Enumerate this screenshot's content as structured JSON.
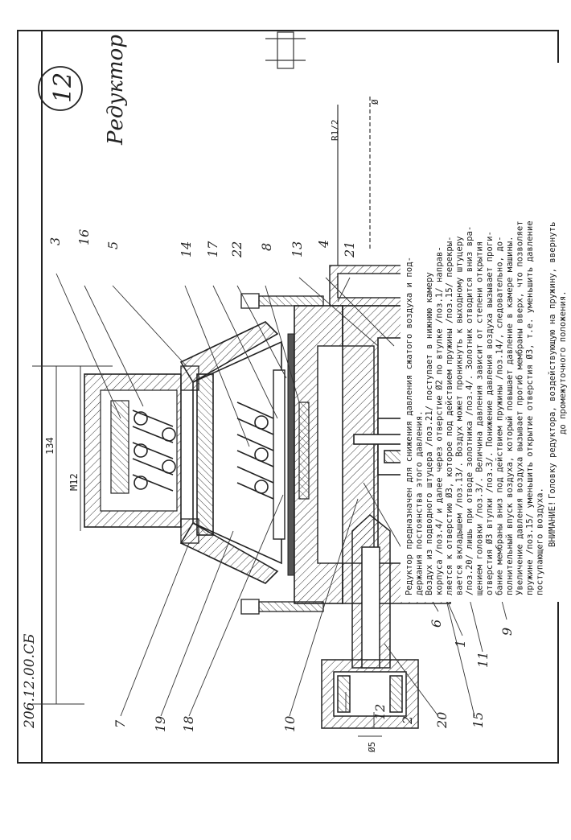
{
  "sheet": {
    "number": "12",
    "title": "Редуктор",
    "code": "206.12.00.СБ"
  },
  "callouts": [
    "3",
    "16",
    "5",
    "14",
    "17",
    "22",
    "8",
    "13",
    "4",
    "21",
    "7",
    "19",
    "18",
    "10",
    "6",
    "1",
    "11",
    "9",
    "12",
    "2",
    "20",
    "15"
  ],
  "dimensions": {
    "overall": "134",
    "thread": "М12",
    "pipe": "R1/2",
    "dia_top": "Ø",
    "dia_bottom": "Ø5"
  },
  "description": [
    "Редуктор предназначен для снижения давления сжатого воздуха и под-",
    "держания постоянства этого давления.",
    "    Воздух из подводного штуцера /поз.21/ поступает в нижнюю камеру",
    "корпуса /поз.4/ и далее через отверстие Ø2 по втулке /поз.1/ направ-",
    "ляется к отверстию Ø3, которое под действием пружины /поз.15/ перекры-",
    "вается вкладышем /поз.13/. Воздух может проникнуть к выходному штуцеру",
    "/поз.20/ лишь при отводе золотника /поз.4/. Золотник отводится вниз вра-",
    "щением головки /поз.3/. Величина давления зависит от степени открытия",
    "отверстия Ø3 втулки /поз.3/. Понижение давления воздуха вызывает проги-",
    "бание мембраны вниз под действием пружины /поз.14/, следовательно, до-",
    "полнительный впуск воздуха, который повышает давление в камере машины.",
    "Увеличение давления воздуха вызывает прогиб мембраны вверх, что позволяет",
    "пружине /поз.15/ уменьшить открытие отверстия Ø3, т.е. уменьшить давление",
    "поступающего воздуха."
  ],
  "note_label": "ВНИМАНИЕ!",
  "note_lines": [
    "   Головку редуктора, воздействующую на пружину, ввернуть",
    "до промежуточного положения."
  ]
}
